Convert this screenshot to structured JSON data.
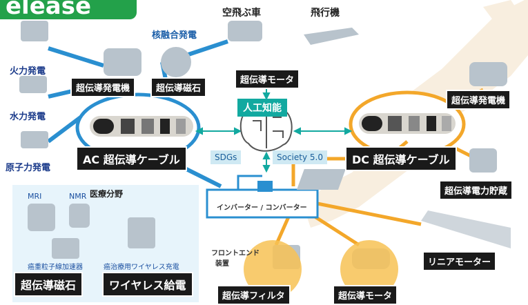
{
  "header": {
    "release_label": "elease"
  },
  "left": {
    "thermal": "火力発電",
    "hydro": "水力発電",
    "nuclear": "原子力発電",
    "fusion": "核融合発電",
    "sc_generator": "超伝導発電機",
    "sc_magnet": "超伝導磁石",
    "ac_cable": "AC 超伝導ケーブル"
  },
  "top": {
    "flying_car": "空飛ぶ車",
    "airplane": "飛行機",
    "sc_motor": "超伝導モータ"
  },
  "center": {
    "ai": "人工知能",
    "sdgs": "SDGs",
    "society": "Society 5.0",
    "inverter": "インバーター / コンバーター"
  },
  "right": {
    "sc_generator": "超伝導発電機",
    "dc_cable": "DC 超伝導ケーブル",
    "sc_storage": "超伝導電力貯蔵",
    "linear": "リニアモーター"
  },
  "medical": {
    "mri": "MRI",
    "nmr": "NMR",
    "field": "医療分野",
    "heavy_particle": "癌重粒子線加速器",
    "wireless_cancer": "癌治療用ワイヤレス充電",
    "sc_magnet": "超伝導磁石",
    "wireless_power": "ワイヤレス給電"
  },
  "bottom": {
    "frontend_1": "フロントエンド",
    "frontend_2": "装置",
    "sc_filter": "超伝導フィルタ",
    "sc_motor": "超伝導モータ"
  },
  "colors": {
    "blue": "#2a8fd0",
    "orange": "#f3a72a",
    "teal": "#12a9a0",
    "green": "#23a14a"
  }
}
